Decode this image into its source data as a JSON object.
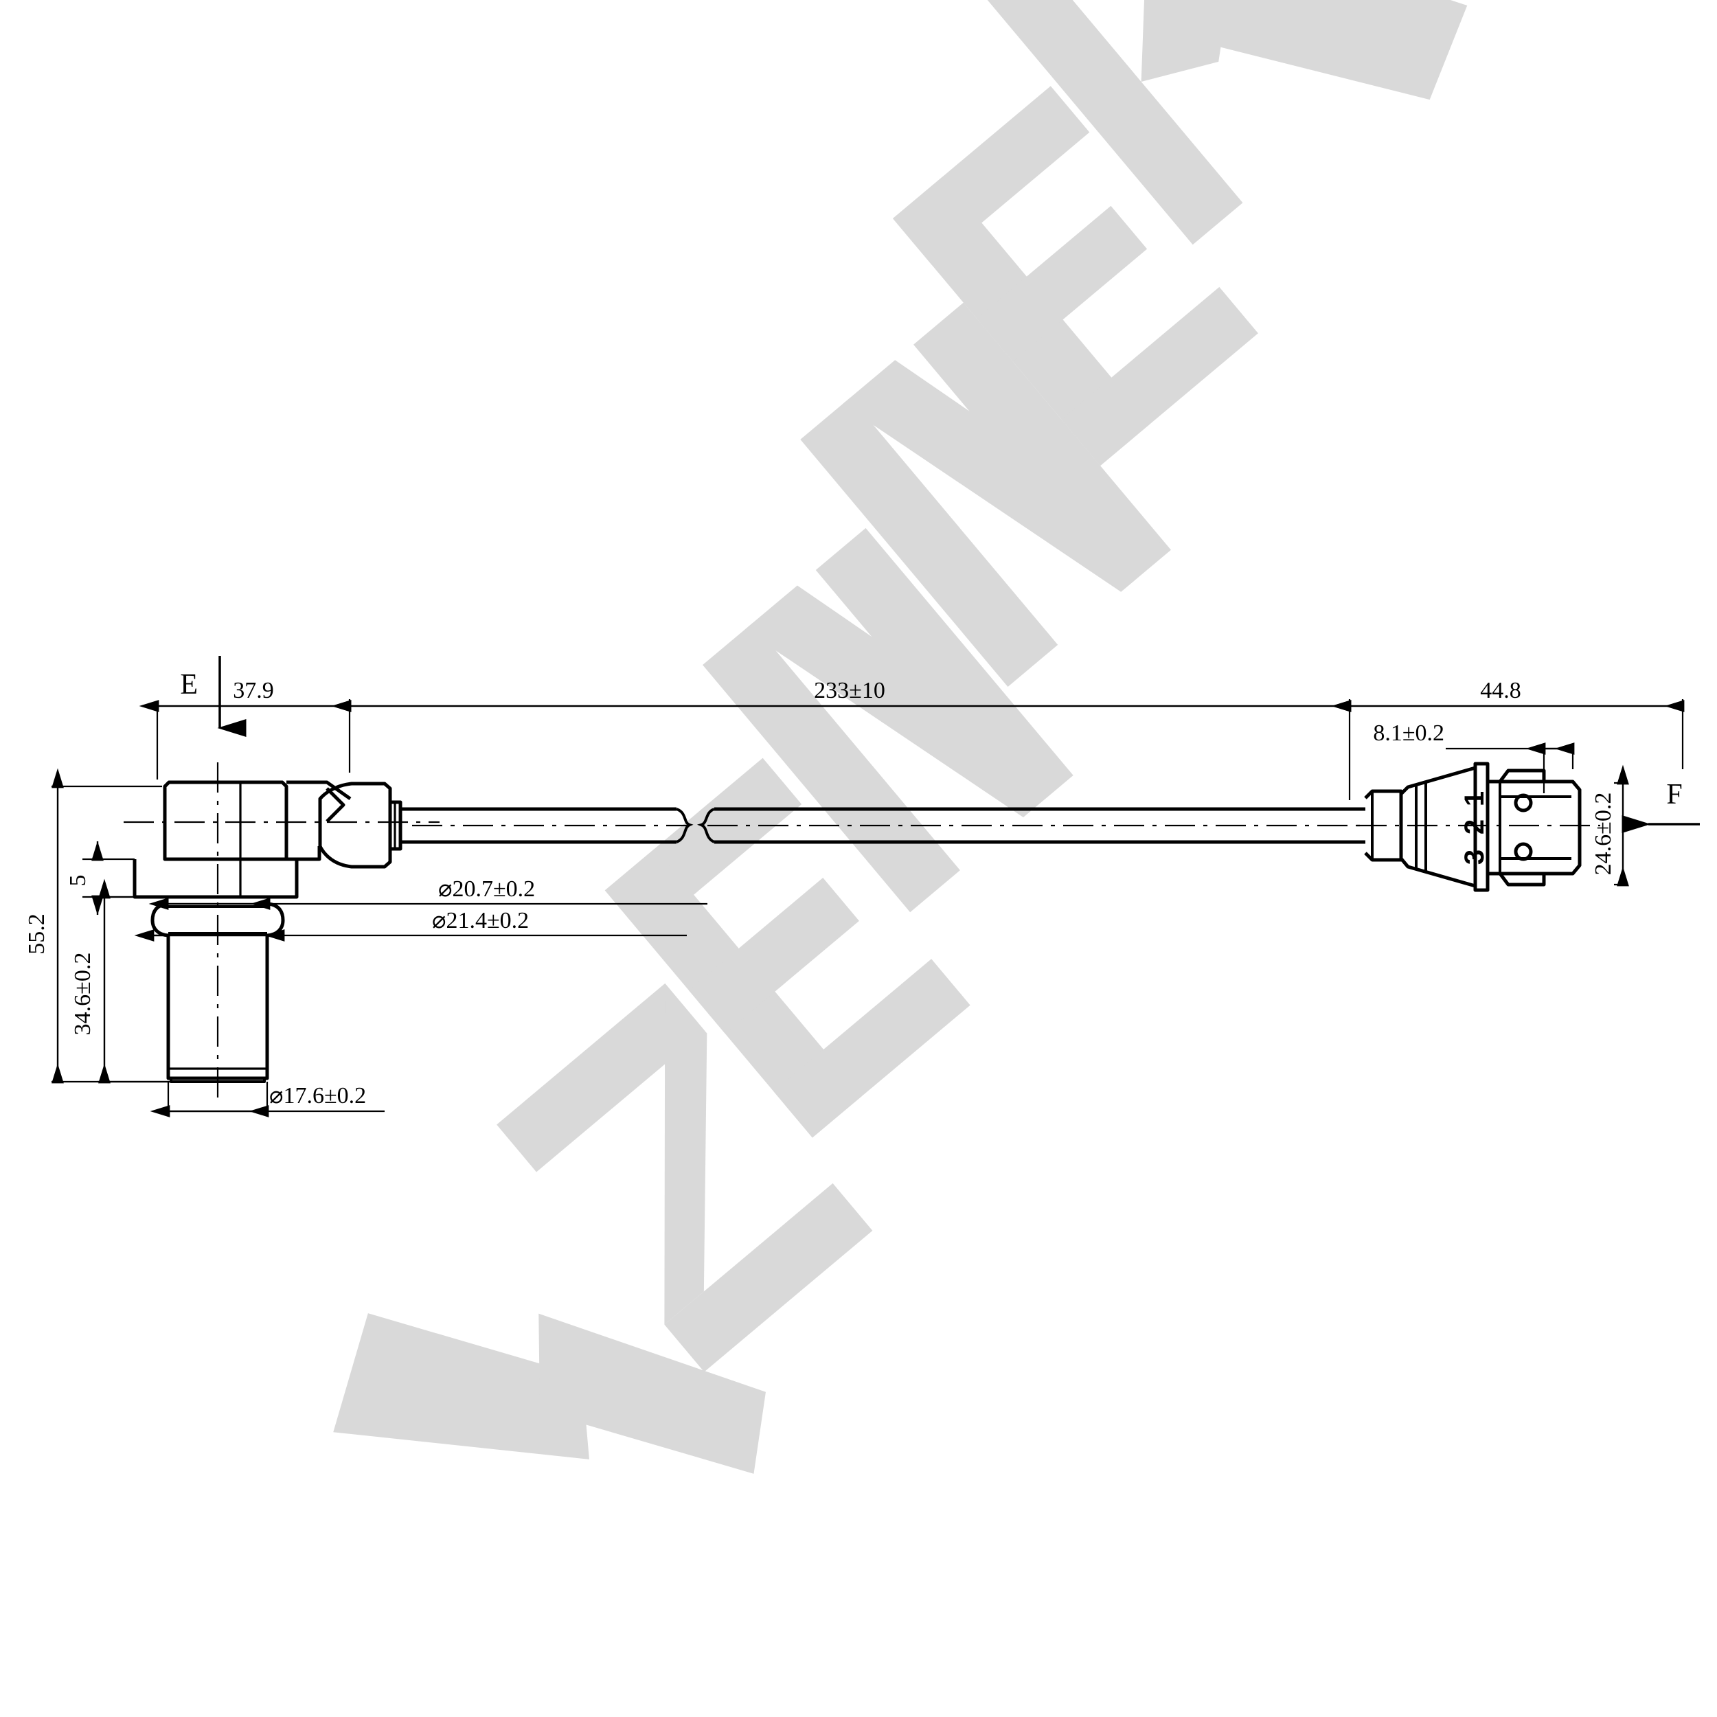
{
  "drawing": {
    "title": "Camshaft/Crankshaft Position Sensor Dimensional Drawing",
    "watermark_text": "ZENNEK",
    "watermark_color": "#d9d9d9",
    "line_color": "#000000",
    "background_color": "#ffffff"
  },
  "view_markers": [
    {
      "label": "E",
      "direction": "down",
      "name": "view-arrow-e"
    },
    {
      "label": "F",
      "direction": "left",
      "name": "view-arrow-f"
    }
  ],
  "dimensions": {
    "sensor_head_length": "37.9",
    "cable_length": "233±10",
    "connector_length": "44.8",
    "connector_face_depth": "8.1±0.2",
    "connector_height": "24.6±0.2",
    "overall_height": "55.2",
    "flange_thickness": "5",
    "probe_length": "34.6±0.2",
    "flange_diameter": "⌀20.7±0.2",
    "oring_diameter": "⌀21.4±0.2",
    "probe_diameter": "⌀17.6±0.2"
  },
  "connector_pins": [
    {
      "label": "1"
    },
    {
      "label": "2"
    },
    {
      "label": "3"
    }
  ]
}
